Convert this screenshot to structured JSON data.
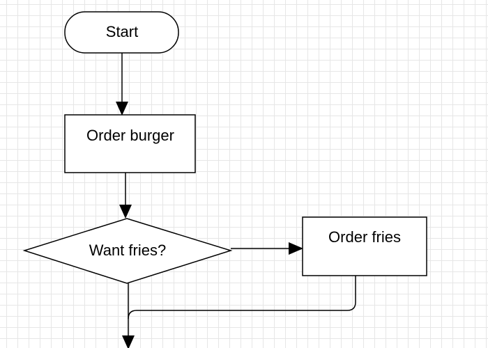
{
  "diagram": {
    "type": "flowchart",
    "nodes": [
      {
        "id": "start",
        "shape": "terminator",
        "label": "Start"
      },
      {
        "id": "order_burger",
        "shape": "process",
        "label": "Order burger"
      },
      {
        "id": "want_fries",
        "shape": "decision",
        "label": "Want fries?"
      },
      {
        "id": "order_fries",
        "shape": "process",
        "label": "Order fries"
      }
    ],
    "edges": [
      {
        "from": "start",
        "to": "order_burger"
      },
      {
        "from": "order_burger",
        "to": "want_fries"
      },
      {
        "from": "want_fries",
        "to": "order_fries"
      },
      {
        "from": "order_fries",
        "to": "continuation"
      },
      {
        "from": "want_fries",
        "to": "continuation"
      }
    ]
  }
}
